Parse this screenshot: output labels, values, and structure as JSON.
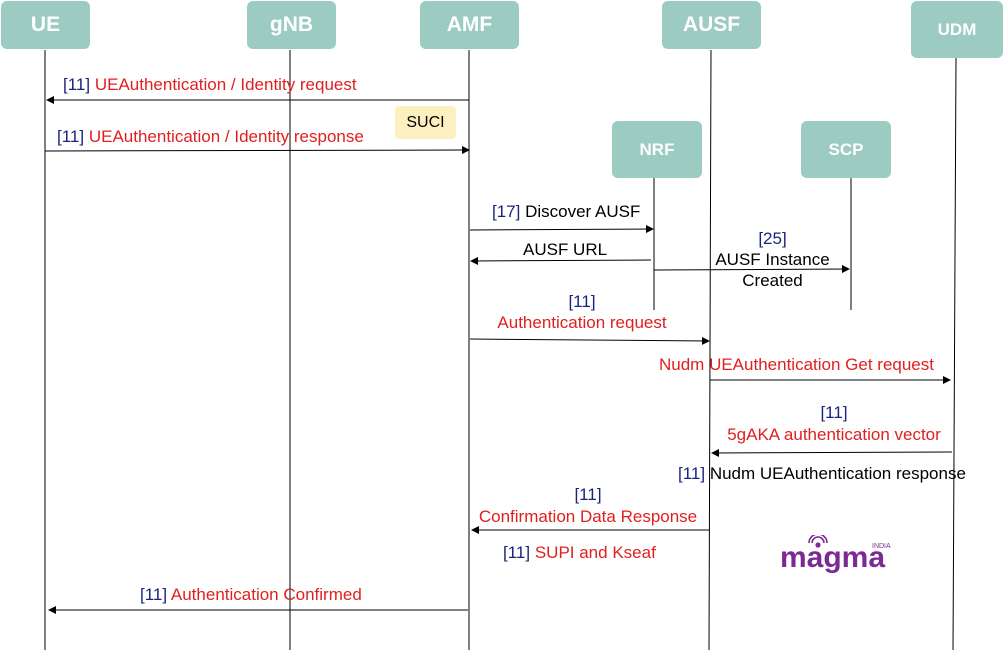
{
  "colors": {
    "actor_box": "#9ccbc2",
    "note": "#fcf0c0",
    "ref": "#1a237e",
    "message": "#e02020",
    "logo": "#7b2a95"
  },
  "actors": {
    "ue": "UE",
    "gnb": "gNB",
    "amf": "AMF",
    "ausf": "AUSF",
    "udm": "UDM",
    "nrf": "NRF",
    "scp": "SCP"
  },
  "note_suci": "SUCI",
  "messages": {
    "m1": {
      "ref": "[11]",
      "text": "UEAuthentication / Identity request"
    },
    "m2": {
      "ref": "[11]",
      "text": "UEAuthentication / Identity response"
    },
    "m3": {
      "ref": "[17]",
      "text": "Discover AUSF"
    },
    "m4": {
      "text": "AUSF URL"
    },
    "m5": {
      "ref": "[25]",
      "line1": "AUSF Instance",
      "line2": "Created"
    },
    "m6": {
      "ref": "[11]",
      "text": "Authentication request"
    },
    "m7": {
      "text": "Nudm UEAuthentication Get request"
    },
    "m8": {
      "ref": "[11]",
      "text": "5gAKA authentication vector"
    },
    "m9": {
      "ref": "[11]",
      "text": "Nudm UEAuthentication response"
    },
    "m10": {
      "ref": "[11]",
      "text": "Confirmation Data Response"
    },
    "m11": {
      "ref": "[11]",
      "text": "SUPI and Kseaf"
    },
    "m12": {
      "ref": "[11]",
      "text": "Authentication Confirmed"
    }
  },
  "logo": {
    "text": "magma",
    "region": "INDIA"
  }
}
